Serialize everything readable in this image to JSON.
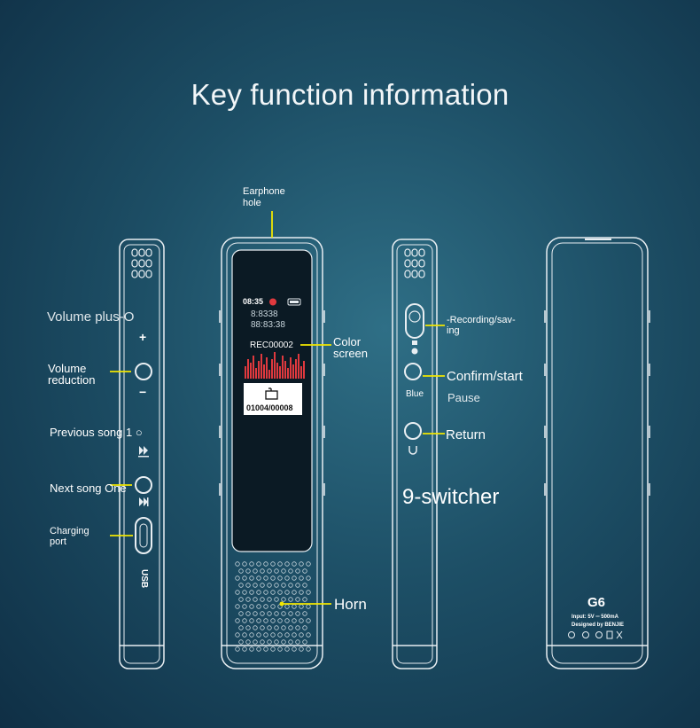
{
  "title": "Key function information",
  "labels": {
    "earphone_hole": "Earphone hole",
    "volume_plus": "Volume plus-O",
    "volume_reduction": "Volume reduction",
    "previous_song": "Previous song 1 ○",
    "next_song": "Next song One",
    "charging_port": "Charging port",
    "color_screen": "Color screen",
    "horn": "Horn",
    "recording": "-Recording/sav-ing",
    "confirm_start": "Confirm/start",
    "blue": "Blue",
    "pause": "Pause",
    "return": "Return",
    "switcher": "9-switcher"
  },
  "device_marks": {
    "plus": "+",
    "minus": "−",
    "usb": "USB"
  },
  "screen": {
    "time": "08:35",
    "line1": "8:8338",
    "line2": "88:83:38",
    "file_name": "REC00002",
    "counter": "01004/00008"
  },
  "back": {
    "model": "G6",
    "input": "Input: 5V ═ 500mA",
    "designed": "Designed by BENJIE"
  },
  "colors": {
    "background": "#1d4f66",
    "leader_line": "#f2e600",
    "device_outline": "#e8eef2",
    "waveform": "#e0393e"
  }
}
